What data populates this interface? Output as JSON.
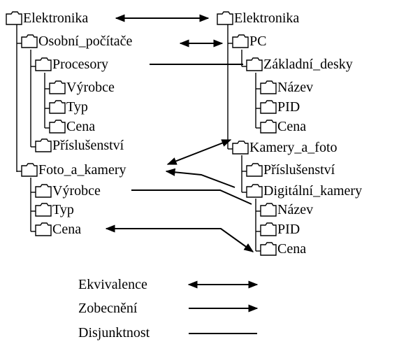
{
  "left_tree": {
    "root": "Elektronika",
    "items": [
      {
        "label": "Osobní_počítače"
      },
      {
        "label": "Procesory"
      },
      {
        "label": "Výrobce"
      },
      {
        "label": "Typ"
      },
      {
        "label": "Cena"
      },
      {
        "label": "Příslušenství"
      },
      {
        "label": "Foto_a_kamery"
      },
      {
        "label": "Výrobce"
      },
      {
        "label": "Typ"
      },
      {
        "label": "Cena"
      }
    ]
  },
  "right_tree": {
    "root": "Elektronika",
    "items": [
      {
        "label": "PC"
      },
      {
        "label": "Základní_desky"
      },
      {
        "label": "Název"
      },
      {
        "label": "PID"
      },
      {
        "label": "Cena"
      },
      {
        "label": "Kamery_a_foto"
      },
      {
        "label": "Příslušenství"
      },
      {
        "label": "Digitální_kamery"
      },
      {
        "label": "Název"
      },
      {
        "label": "PID"
      },
      {
        "label": "Cena"
      }
    ]
  },
  "legend": {
    "equivalence": "Ekvivalence",
    "generalization": "Zobecnění",
    "disjointness": "Disjunktnost"
  }
}
